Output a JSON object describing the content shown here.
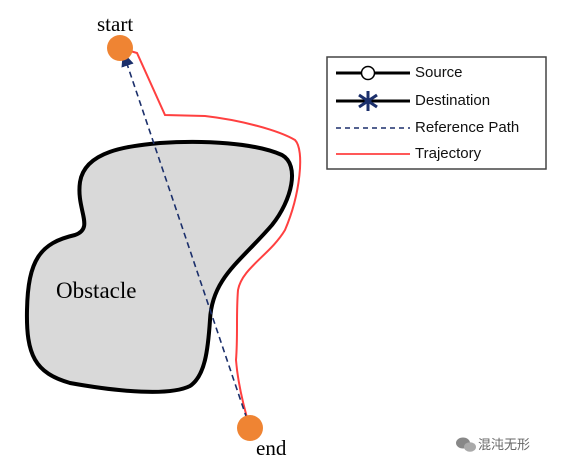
{
  "labels": {
    "start": "start",
    "end": "end",
    "obstacle": "Obstacle"
  },
  "legend": {
    "items": [
      {
        "label": "Source",
        "marker": "circle-icon"
      },
      {
        "label": "Destination",
        "marker": "asterisk-icon"
      },
      {
        "label": "Reference Path",
        "marker": "dashed-line"
      },
      {
        "label": "Trajectory",
        "marker": "solid-line"
      }
    ]
  },
  "colors": {
    "endpoint": "#ef8433",
    "obstacle_fill": "#d9d9d9",
    "obstacle_stroke": "#000000",
    "reference_path": "#1b2f6b",
    "trajectory": "#ff4040"
  },
  "watermark": {
    "text": "混沌无形",
    "icon": "wechat-icon"
  }
}
